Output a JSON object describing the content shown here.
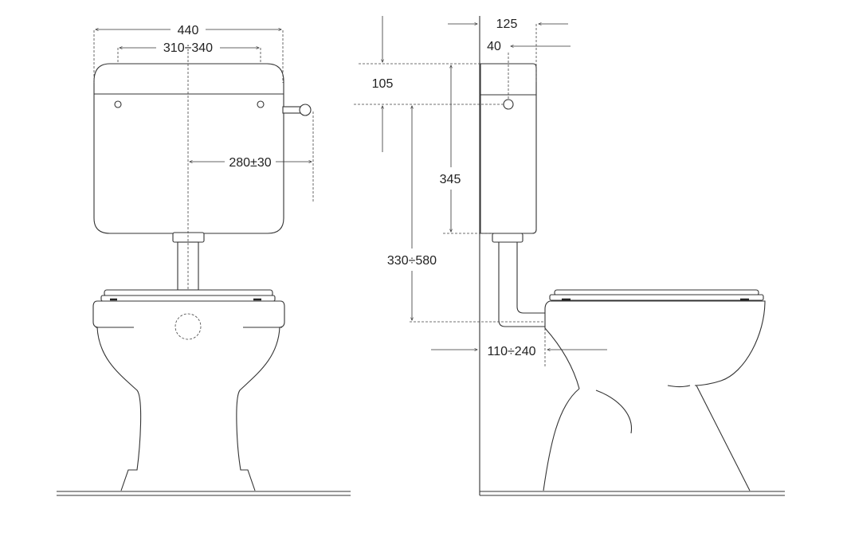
{
  "dimensions": {
    "front": {
      "cistern_width": "440",
      "fixing_holes": "310÷340",
      "handle_offset": "280±30"
    },
    "side": {
      "depth": "125",
      "outlet_from_wall": "40",
      "top_gap": "105",
      "cistern_height": "345",
      "mount_height": "330÷580",
      "pipe_from_wall": "110÷240"
    }
  }
}
